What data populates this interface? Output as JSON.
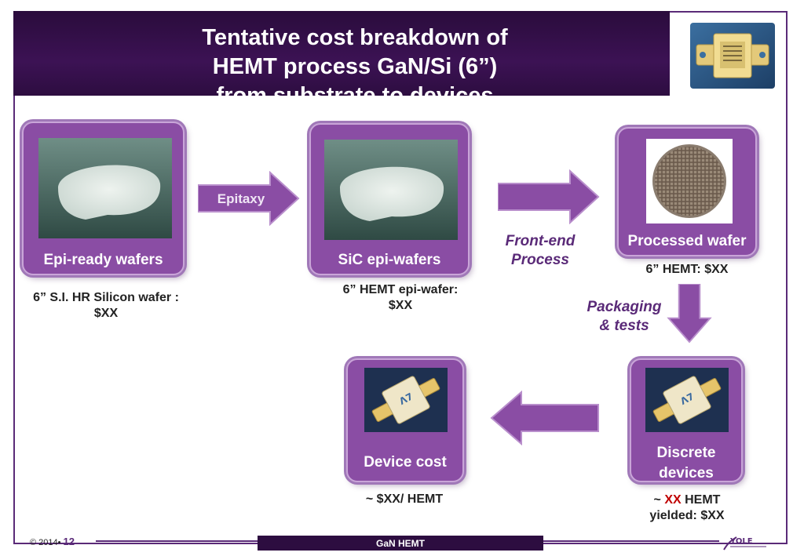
{
  "title": {
    "line1": "Tentative cost breakdown of",
    "line2": "HEMT process GaN/Si (6”)",
    "line3": "from substrate to devices"
  },
  "steps": {
    "epi_ready": {
      "label": "Epi-ready wafers",
      "cost_line1": "6” S.I. HR Silicon  wafer :",
      "cost_line2": "$XX"
    },
    "sic_epi": {
      "label": "SiC epi-wafers",
      "cost_line1": "6” HEMT epi-wafer:",
      "cost_line2": "$XX"
    },
    "processed": {
      "label": "Processed wafer",
      "cost": "6” HEMT: $XX"
    },
    "discrete": {
      "label_line1": "Discrete",
      "label_line2": "devices",
      "cost_prefix": "~ ",
      "cost_highlight": "XX",
      "cost_suffix": " HEMT",
      "cost_line2": "yielded: $XX"
    },
    "device_cost": {
      "label": "Device cost",
      "cost": "~  $XX/ HEMT"
    }
  },
  "arrows": {
    "epitaxy": "Epitaxy",
    "front_end_line1": "Front-end",
    "front_end_line2": "Process",
    "packaging_line1": "Packaging",
    "packaging_line2": "& tests"
  },
  "footer": {
    "copyright": "© 2014•",
    "page": "12",
    "center": "GaN HEMT",
    "logo": "YOLE"
  },
  "colors": {
    "brand": "#5a2a78",
    "card": "#8a4da4",
    "title_bg": "#2d0d40",
    "highlight": "#c00000"
  }
}
